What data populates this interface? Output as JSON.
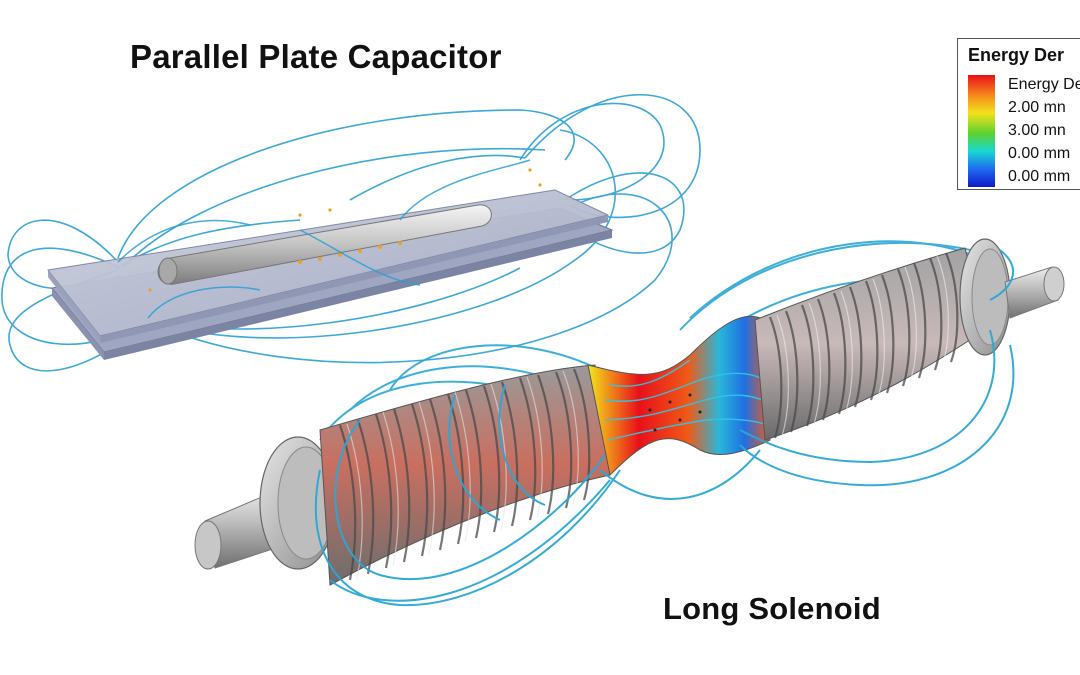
{
  "labels": {
    "capacitor_title": "Parallel Plate Capacitor",
    "solenoid_title": "Long Solenoid"
  },
  "legend": {
    "title": "Energy Der",
    "entries": [
      "Energy De",
      "2.00 mn",
      "3.00 mn",
      "0.00 mm",
      "0.00 mm"
    ],
    "colors": [
      "#e8101a",
      "#f7881c",
      "#f2e21c",
      "#5ed12e",
      "#18d8d2",
      "#1e6bf0",
      "#1019c8"
    ]
  },
  "colors": {
    "field_line": "#2a9fd6",
    "plate": "#b9bed3",
    "metal": "#a9a9a9"
  }
}
